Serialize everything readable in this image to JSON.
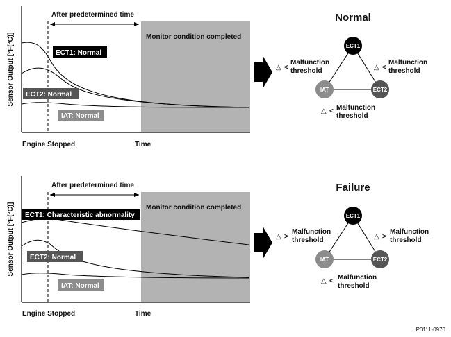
{
  "panels": [
    {
      "id": "normal",
      "y_label": "Sensor Output [°F(°C)]",
      "x_start_label": "Engine Stopped",
      "x_end_label": "Time",
      "interval_label": "After predetermined time",
      "monitor_label": "Monitor condition completed",
      "ect1_label": "ECT1: Normal",
      "ect2_label": "ECT2: Normal",
      "iat_label": "IAT: Normal",
      "title": "Normal",
      "nodes": {
        "ect1": "ECT1",
        "ect2": "ECT2",
        "iat": "IAT"
      },
      "threshold_left": {
        "symbol": "△",
        "line1": "Malfunction",
        "line2": "threshold"
      },
      "threshold_right": {
        "symbol": "△",
        "line1": "Malfunction",
        "line2": "threshold"
      },
      "threshold_bottom": {
        "symbol": "△",
        "line1": "Malfunction",
        "line2": "threshold"
      }
    },
    {
      "id": "failure",
      "y_label": "Sensor Output [°F(°C)]",
      "x_start_label": "Engine Stopped",
      "x_end_label": "Time",
      "interval_label": "After predetermined time",
      "monitor_label": "Monitor condition completed",
      "ect1_label": "ECT1: Characteristic abnormality",
      "ect2_label": "ECT2: Normal",
      "iat_label": "IAT: Normal",
      "title": "Failure",
      "nodes": {
        "ect1": "ECT1",
        "ect2": "ECT2",
        "iat": "IAT"
      },
      "threshold_left": {
        "symbol": "△",
        "line1": "Malfunction",
        "line2": "threshold"
      },
      "threshold_right": {
        "symbol": "△",
        "line1": "Malfunction",
        "line2": "threshold"
      },
      "threshold_bottom": {
        "symbol": "△",
        "line1": "Malfunction",
        "line2": "threshold"
      }
    }
  ],
  "colors": {
    "ect1": "#000000",
    "ect2": "#555555",
    "iat": "#8c8c8c",
    "monitor_area": "#b3b3b3"
  },
  "reference_code": "P0111-0970"
}
